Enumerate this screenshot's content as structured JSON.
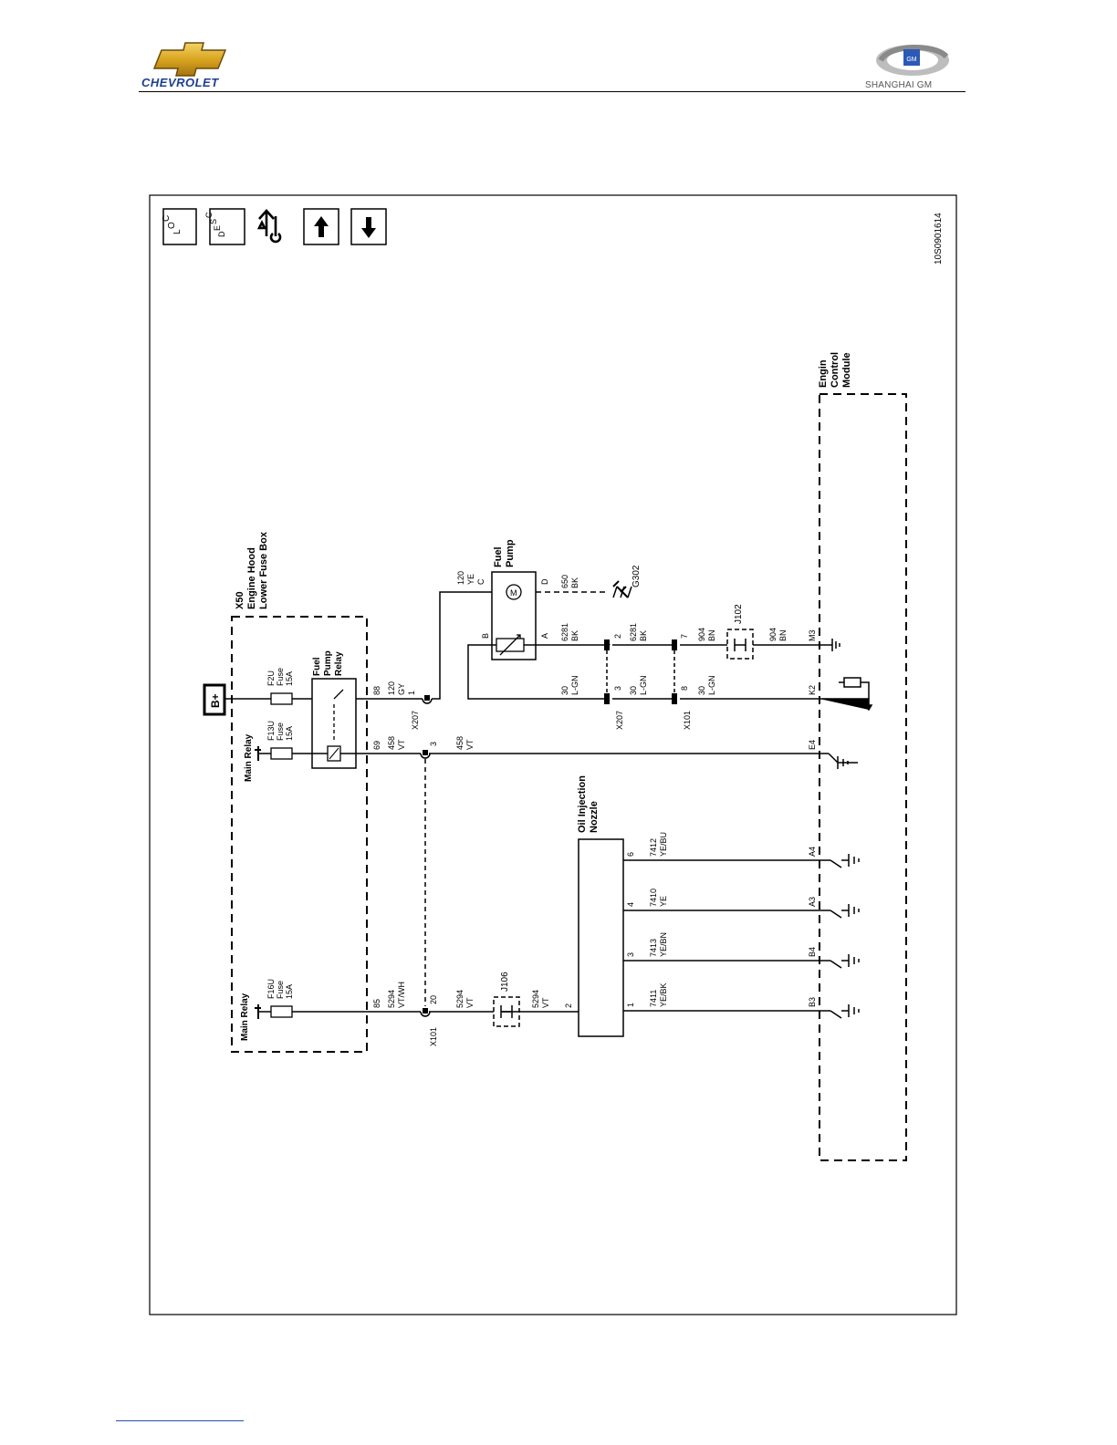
{
  "header": {
    "left_brand": "CHEVROLET",
    "right_brand": "SHANGHAI GM",
    "right_badge": "GM"
  },
  "diagram_id": "10S0901614",
  "nav_icons": [
    {
      "name": "loc-icon",
      "label": "LOC"
    },
    {
      "name": "desc-icon",
      "label": "DESC"
    },
    {
      "name": "repair-icon",
      "label": ""
    },
    {
      "name": "arrow-up-icon",
      "label": ""
    },
    {
      "name": "arrow-down-icon",
      "label": ""
    }
  ],
  "labels": {
    "x50_title": [
      "X50",
      "Engine Hood",
      "Lower Fuse Box"
    ],
    "b_plus": "B+",
    "main_relay_1": "Main Relay",
    "main_relay_2": "Main Relay",
    "f2u": [
      "F2U",
      "Fuse",
      "15A"
    ],
    "f13u": [
      "F13U",
      "Fuse",
      "15A"
    ],
    "f16u": [
      "F16U",
      "Fuse",
      "15A"
    ],
    "fuel_pump_relay": [
      "Fuel",
      "Pump",
      "Relay"
    ],
    "fuel_pump": [
      "Fuel",
      "Pump"
    ],
    "oil_injection": [
      "Oil Injection",
      "Nozzle"
    ],
    "ecm": [
      "Engin",
      "Control",
      "Module"
    ],
    "g302": "G302",
    "j102": "J102",
    "j106": "J106",
    "x207a": "X207",
    "x207b": "X207",
    "x101a": "X101",
    "x101b": "X101"
  },
  "wires": {
    "gy": [
      "88",
      "120",
      "GY",
      "1"
    ],
    "vt_69": [
      "69",
      "458",
      "VT"
    ],
    "vt_3": [
      "3",
      "458",
      "VT"
    ],
    "vtwh": [
      "85",
      "5294",
      "VT/WH"
    ],
    "x101_20": "20",
    "vt_5294a": [
      "5294",
      "VT"
    ],
    "vt_5294b": [
      "5294",
      "VT",
      "2"
    ],
    "ye_c": [
      "120",
      "YE",
      "C"
    ],
    "bk_d": [
      "D",
      "650",
      "BK"
    ],
    "pin_b": "B",
    "pin_a_bk": [
      "A",
      "6281",
      "BK"
    ],
    "bk_2": [
      "2",
      "6281",
      "BK"
    ],
    "bn_7": [
      "7",
      "904",
      "BN"
    ],
    "bn_m3": [
      "904",
      "BN",
      "M3"
    ],
    "lgn_a": [
      "30",
      "L-GN"
    ],
    "lgn_3": [
      "3",
      "30",
      "L-GN"
    ],
    "lgn_8": [
      "8",
      "30",
      "L-GN"
    ],
    "k2": "K2",
    "e4": "E4",
    "inj6": [
      "6",
      "7412",
      "YE/BU",
      "A4"
    ],
    "inj4": [
      "4",
      "7410",
      "YE",
      "A3"
    ],
    "inj3": [
      "3",
      "7413",
      "YE/BN",
      "B4"
    ],
    "inj1": [
      "1",
      "7411",
      "YE/BK",
      "B3"
    ]
  },
  "colors": {
    "chevrolet_gold": "#d9a520",
    "chevrolet_blue": "#1d3f8f",
    "footer_line": "#2a4db0"
  }
}
